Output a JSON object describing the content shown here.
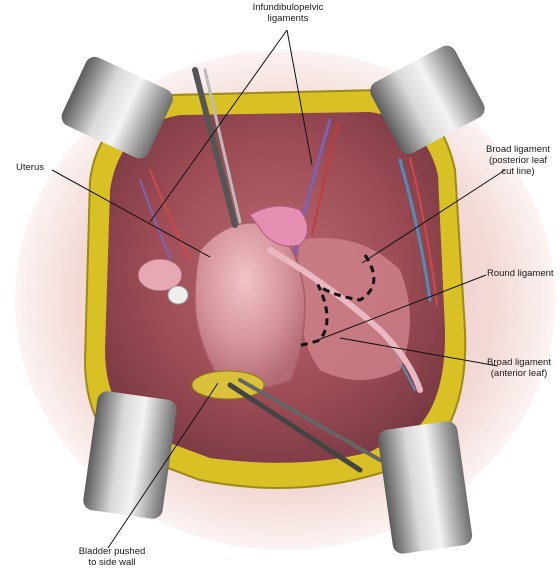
{
  "labels": {
    "infundibulopelvic": "Infundibulopelvic\nligaments",
    "uterus": "Uterus",
    "broad_posterior": "Broad ligament\n(posterior leaf\ncut line)",
    "round_ligament": "Round ligament",
    "broad_anterior": "Broad ligament\n(anterior leaf)",
    "bladder": "Bladder pushed\nto side wall"
  },
  "colors": {
    "skin": "#f2d6d3",
    "fat": "#d8c025",
    "tissue": "#c97a7e",
    "uterus": "#d99aa0",
    "retractor": "#8a8a8a",
    "leader": "#111111"
  }
}
